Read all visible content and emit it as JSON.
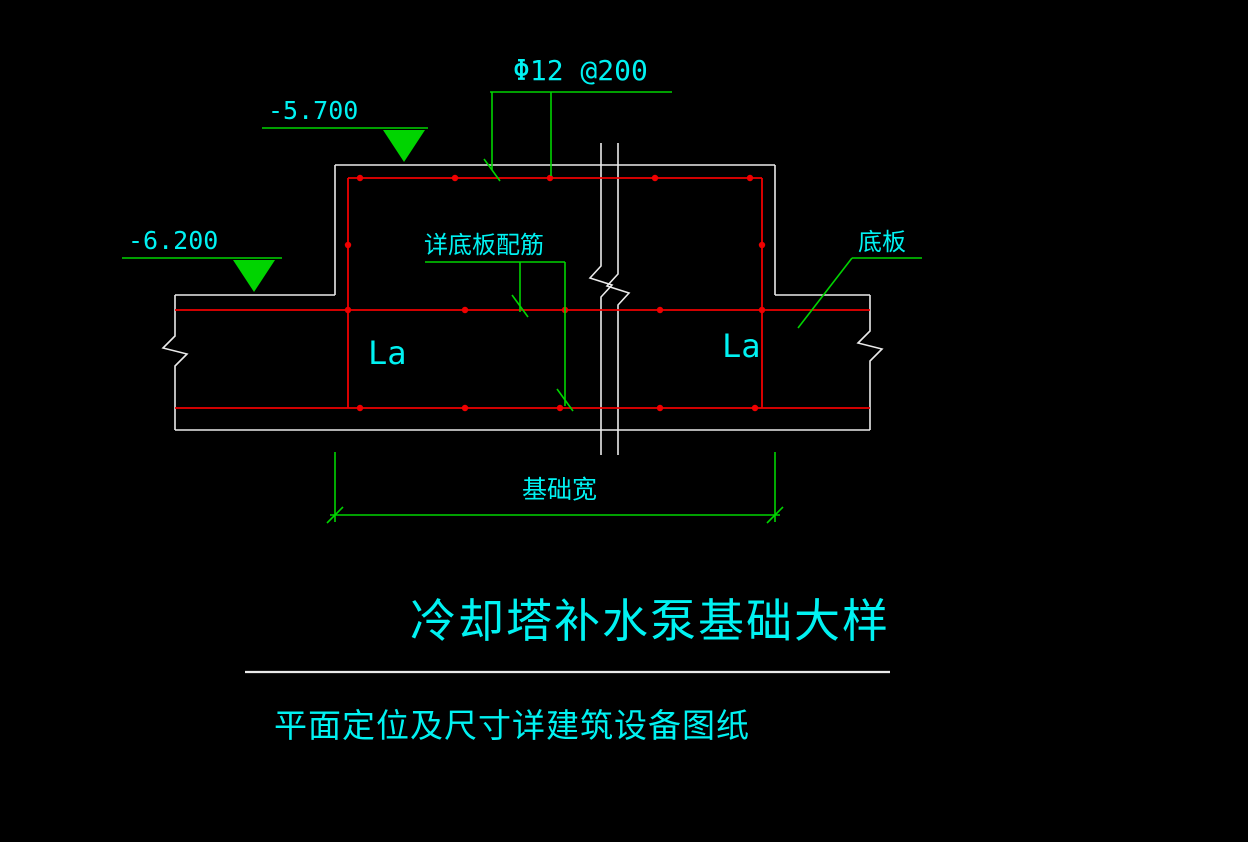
{
  "drawing": {
    "annotations": {
      "rebar_spec": "Φ12 @200",
      "elevation_top": "-5.700",
      "elevation_bottom": "-6.200",
      "slab_rebar_note": "详底板配筋",
      "slab_label": "底板",
      "anchor_length_left": "La",
      "anchor_length_right": "La",
      "width_dimension": "基础宽"
    },
    "title": "冷却塔补水泵基础大样",
    "subtitle": "平面定位及尺寸详建筑设备图纸"
  },
  "colors": {
    "background": "#000000",
    "text": "#00f2f2",
    "annotation": "#00d400",
    "rebar": "#ef0000",
    "outline": "#eaeaea"
  }
}
